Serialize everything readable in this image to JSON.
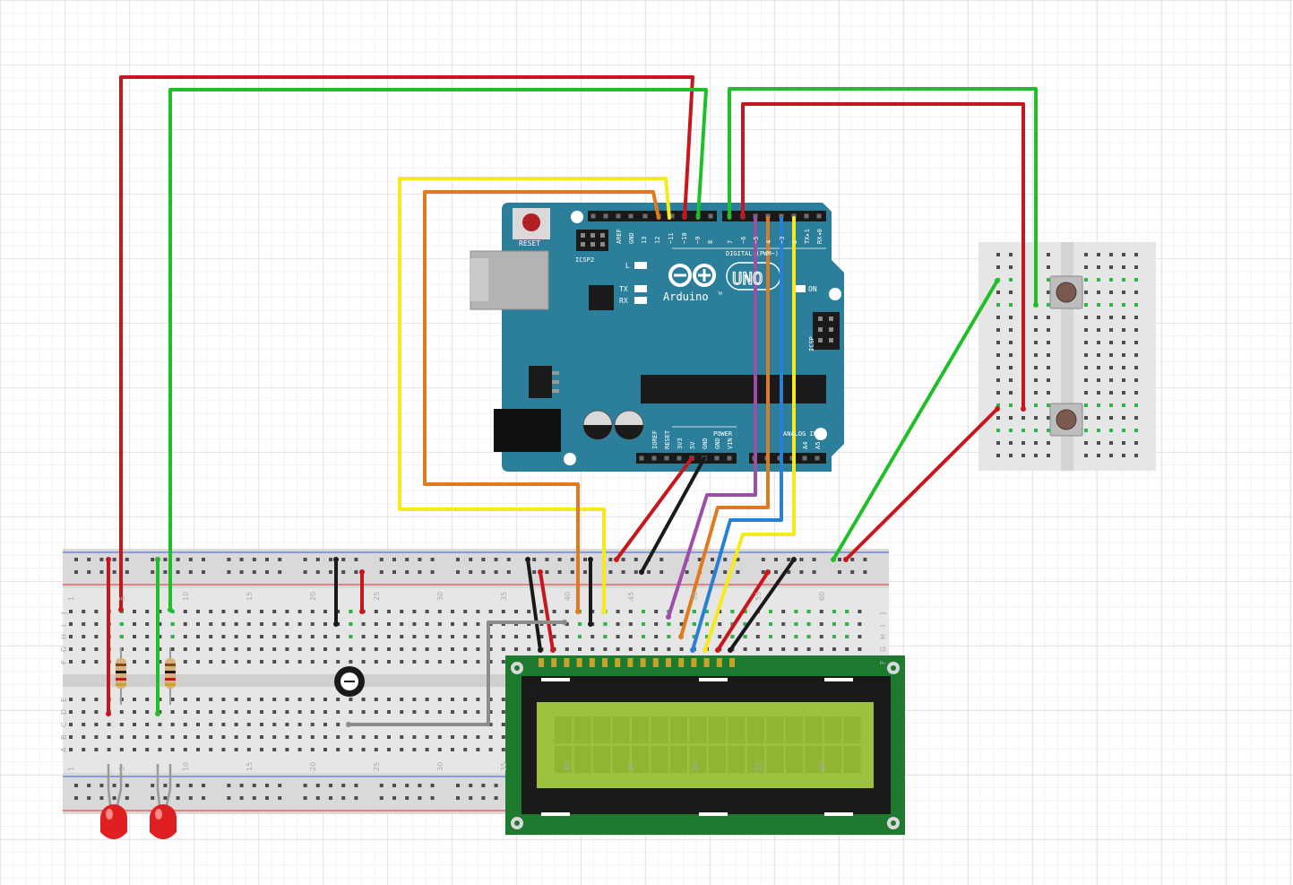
{
  "arduino": {
    "brand": "Arduino",
    "tm": "TM",
    "model": "UNO",
    "reset": "RESET",
    "icsp2": "ICSP2",
    "icsp": "ICSP",
    "led_l": "L",
    "led_tx": "TX",
    "led_rx": "RX",
    "on": "ON",
    "digital_label": "DIGITAL (PWM~)",
    "power_label": "POWER",
    "analog_label": "ANALOG IN",
    "digital_pins": [
      "AREF",
      "GND",
      "13",
      "12",
      "~11",
      "~10",
      "~9",
      "8",
      "7",
      "~6",
      "~5",
      "4",
      "~3",
      "2",
      "TX▸1",
      "RX◂0"
    ],
    "power_pins": [
      "IOREF",
      "RESET",
      "3V3",
      "5V",
      "GND",
      "GND",
      "VIN"
    ],
    "analog_pins": [
      "A0",
      "A1",
      "A2",
      "A3",
      "A4",
      "A5"
    ]
  },
  "breadboard": {
    "column_numbers": [
      "1",
      "5",
      "10",
      "15",
      "20",
      "25",
      "30",
      "35",
      "40",
      "45",
      "50",
      "55",
      "60"
    ],
    "row_letters_top": [
      "J",
      "I",
      "H",
      "G",
      "F"
    ],
    "row_letters_bottom": [
      "E",
      "D",
      "C",
      "B",
      "A"
    ]
  },
  "wire_colors": {
    "red": "#c8161d",
    "green": "#1fbf2a",
    "yellow": "#f5ea1a",
    "orange": "#e07a1f",
    "black": "#1a1a1a",
    "purple": "#9b4fa6",
    "blue": "#2a7fd4",
    "grey": "#8c8c8c"
  },
  "board_colors": {
    "arduino": "#2b7f9a",
    "lcd_pcb": "#1e7a2e",
    "lcd_screen": "#9bc23c",
    "breadboard": "#e6e6e6"
  }
}
